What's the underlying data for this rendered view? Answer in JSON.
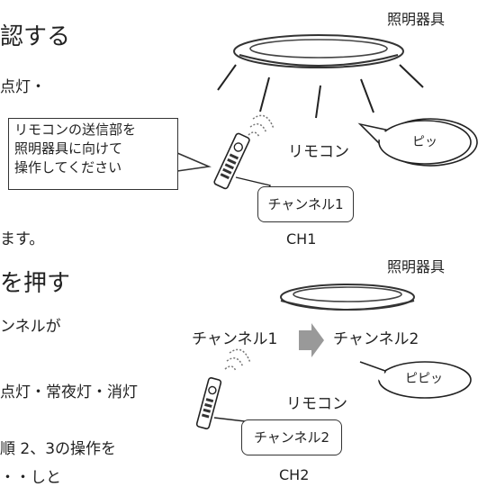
{
  "top_section": {
    "heading_fragment": "認する",
    "line2_fragment": "点灯・",
    "line3_fragment": "ます。"
  },
  "bottom_section": {
    "heading_fragment": "を押す",
    "line2_fragment": "ンネルが",
    "line3_fragment": "点灯・常夜灯・消灯",
    "line4_fragment": "順 2、3の操作を",
    "line5_fragment": "・・しと"
  },
  "diagram_top": {
    "fixture_label": "照明器具",
    "remote_label": "リモコン",
    "beep_bubble": "ピッ",
    "channel_bubble": "チャンネル1",
    "ch_label": "CH1",
    "instruction_lines": [
      "リモコンの送信部を",
      "照明器具に向けて",
      "操作してください"
    ]
  },
  "diagram_bottom": {
    "fixture_label": "照明器具",
    "from_channel": "チャンネル1",
    "to_channel": "チャンネル2",
    "beep_bubble": "ピピッ",
    "remote_label": "リモコン",
    "channel_bubble": "チャンネル2",
    "ch_label": "CH2"
  }
}
